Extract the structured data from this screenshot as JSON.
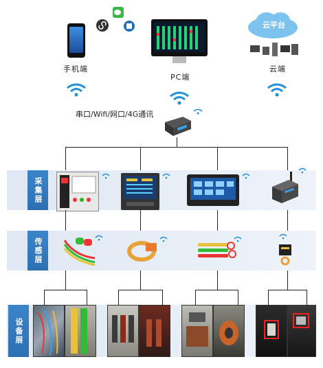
{
  "top": {
    "mobile_label": "手机端",
    "pc_label": "PC端",
    "cloud_label": "云端",
    "cloud_banner": "云平台"
  },
  "gateway": {
    "label": "串口/Wifi/网口/4G通讯"
  },
  "layers": {
    "collect": "采集层",
    "transfer": "传感层",
    "device": "设备层"
  },
  "colors": {
    "tab_blue": "#2d6fb3",
    "wifi_blue": "#1f8fd9",
    "band": "#e4ecf6"
  },
  "icons": [
    "wechat-icon",
    "app-icon",
    "wifi-icon"
  ]
}
